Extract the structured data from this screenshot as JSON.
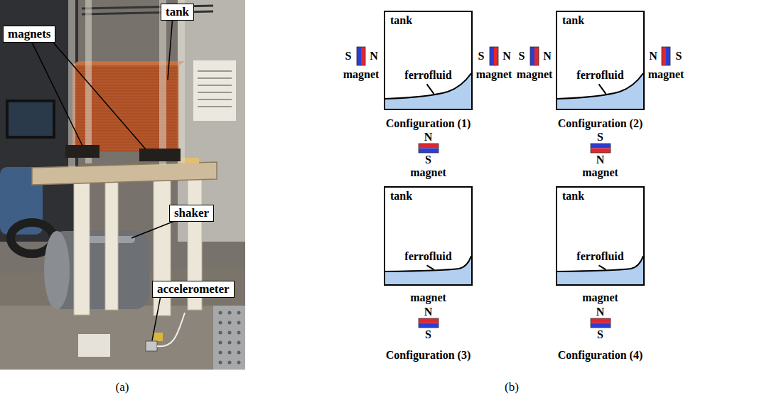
{
  "diagram": {
    "nodes": [
      {
        "text": [
          "magnets"
        ]
      },
      {
        "text": [
          "tank"
        ]
      },
      {
        "text": [
          "shaker"
        ]
      },
      {
        "text": [
          "accelerometer"
        ]
      },
      {
        "text": [
          "S",
          "N",
          "magnet"
        ]
      },
      {
        "text": [
          "tank",
          "ferrofluid"
        ]
      },
      {
        "text": [
          "S",
          "N",
          "magnet"
        ]
      },
      {
        "text": [
          "S",
          "N",
          "magnet"
        ]
      },
      {
        "text": [
          "tank",
          "ferrofluid"
        ]
      },
      {
        "text": [
          "N",
          "S",
          "magnet"
        ]
      },
      {
        "text": [
          "N",
          "S",
          "magnet"
        ]
      },
      {
        "text": [
          "tank",
          "ferrofluid"
        ]
      },
      {
        "text": [
          "magnet",
          "N",
          "S"
        ]
      },
      {
        "text": [
          "S",
          "N",
          "magnet"
        ]
      },
      {
        "text": [
          "tank",
          "ferrofluid"
        ]
      },
      {
        "text": [
          "magnet",
          "N",
          "S"
        ]
      }
    ],
    "labels": [
      "Configuration (1)",
      "Configuration (2)",
      "Configuration (3)",
      "Configuration (4)",
      "(a)",
      "(b)"
    ]
  }
}
